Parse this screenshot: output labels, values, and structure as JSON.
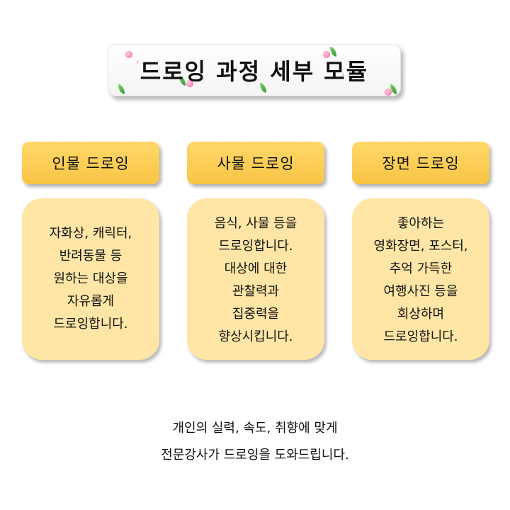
{
  "title": "드로잉 과정 세부 모듈",
  "columns": [
    {
      "header": "인물 드로잉",
      "lines": [
        "자화상, 캐릭터,",
        "반려동물 등",
        "원하는 대상을",
        "자유롭게",
        "드로잉합니다."
      ]
    },
    {
      "header": "사물 드로잉",
      "lines": [
        "음식, 사물 등을",
        "드로잉합니다.",
        "대상에 대한",
        "관찰력과",
        "집중력을",
        "향상시킵니다."
      ]
    },
    {
      "header": "장면 드로잉",
      "lines": [
        "좋아하는",
        "영화장면, 포스터,",
        "추억 가득한",
        "여행사진 등을",
        "회상하며",
        "드로잉합니다."
      ]
    }
  ],
  "footer": [
    "개인의 실력, 속도, 취향에 맞게",
    "전문강사가 드로잉을 도와드립니다."
  ],
  "colors": {
    "header_bg": "#f9c444",
    "body_bg": "#ffe6a6",
    "text": "#111111"
  },
  "icons": [
    "rose-icon",
    "leaf-icon"
  ]
}
